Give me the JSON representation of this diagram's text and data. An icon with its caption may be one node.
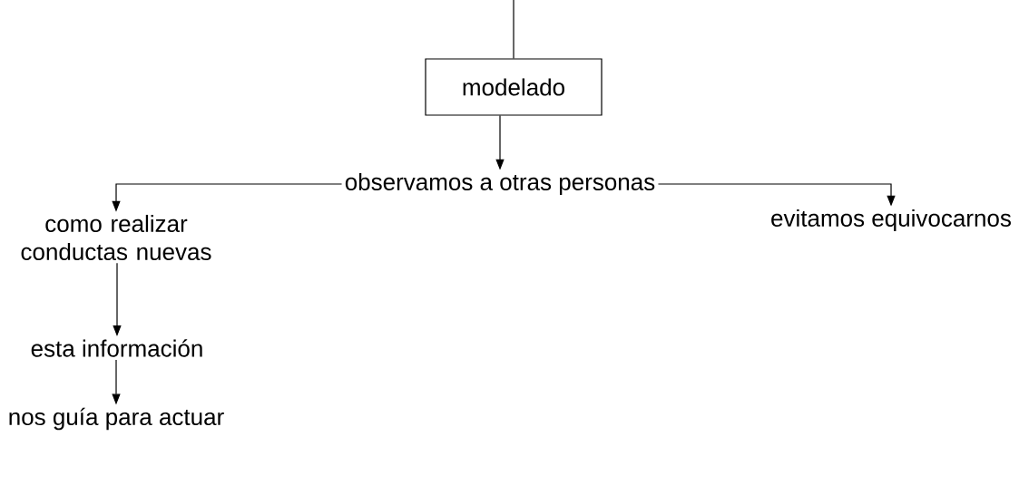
{
  "diagram": {
    "nodes": [
      {
        "text": [
          "modelado"
        ]
      },
      {
        "text": [
          "observamos a otras personas"
        ]
      },
      {
        "text": [
          "como realizar conductas nuevas"
        ]
      },
      {
        "text": [
          "evitamos equivocarnos"
        ]
      },
      {
        "text": [
          "esta información"
        ]
      },
      {
        "text": [
          "nos guía para actuar"
        ]
      }
    ],
    "edges": [
      {
        "from": null,
        "to": 0,
        "arrow": "none"
      },
      {
        "from": 0,
        "to": 1,
        "arrow": "to"
      },
      {
        "from": 1,
        "to": 2,
        "arrow": "to"
      },
      {
        "from": 1,
        "to": 3,
        "arrow": "to"
      },
      {
        "from": 2,
        "to": 4,
        "arrow": "to"
      },
      {
        "from": 4,
        "to": 5,
        "arrow": "to"
      }
    ]
  }
}
